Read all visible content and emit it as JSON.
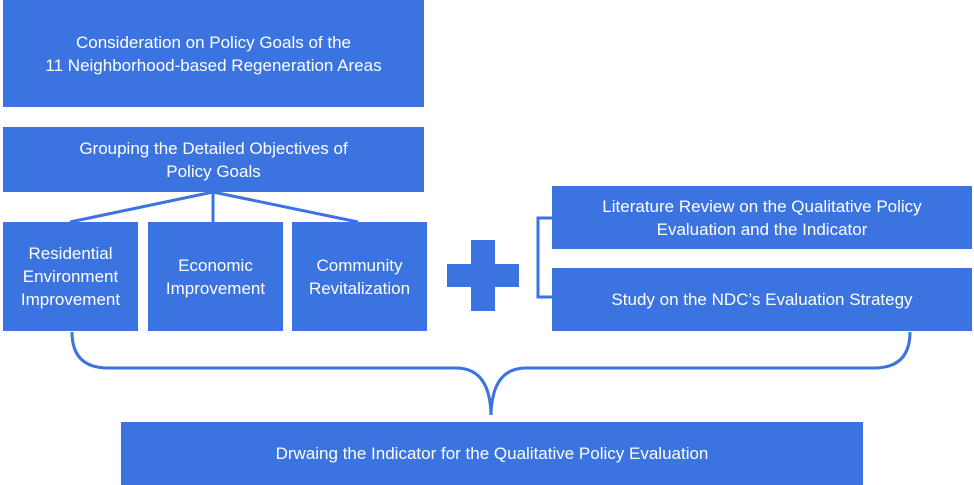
{
  "diagram": {
    "top_box": "Consideration on Policy Goals of the\n11 Neighborhood-based Regeneration Areas",
    "grouping_box": "Grouping the Detailed Objectives of\nPolicy Goals",
    "objectives": [
      "Residential\nEnvironment\nImprovement",
      "Economic\nImprovement",
      "Community\nRevitalization"
    ],
    "right_boxes": [
      "Literature Review on the Qualitative Policy\nEvaluation and the Indicator",
      "Study on the NDC’s Evaluation Strategy"
    ],
    "bottom_box": "Drwaing the Indicator for the Qualitative Policy Evaluation",
    "colors": {
      "box": "#3b73e0",
      "text": "#ffffff",
      "connector": "#3b73e0"
    },
    "icons": [
      "plus-icon"
    ]
  }
}
